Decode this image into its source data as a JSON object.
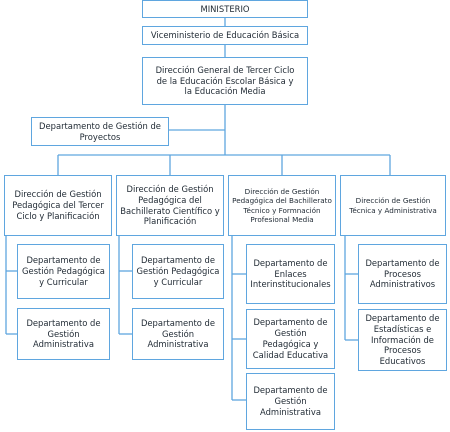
{
  "org_chart": {
    "ministerio": "MINISTERIO",
    "viceministerio": "Viceministerio de Educación Básica",
    "direccion_general": "Dirección General de Tercer Ciclo de la Educación Escolar Básica y la Educación Media",
    "depto_proyectos": "Departamento de Gestión de Proyectos",
    "direcciones": [
      {
        "title": "Dirección de Gestión Pedagógica del Tercer Ciclo y Planificación",
        "departments": [
          "Departamento de Gestión Pedagógica y Curricular",
          "Departamento de Gestión Administrativa"
        ]
      },
      {
        "title": "Dirección de Gestión Pedagógica del Bachillerato Científico y Planificación",
        "departments": [
          "Departamento de Gestión Pedagógica y Curricular",
          "Departamento de Gestión Administrativa"
        ]
      },
      {
        "title": "Dirección de Gestión Pedagógica del Bachillerato Técnico y Formnación Profesional Media",
        "departments": [
          "Departamento de Enlaces Interinstitucionales",
          "Departamento de Gestión Pedagógica y Calidad Educativa",
          "Departamento de Gestión Administrativa"
        ]
      },
      {
        "title": "Dirección de Gestión Técnica y Administrativa",
        "departments": [
          "Departamento de Procesos Administrativos",
          "Departamento de Estadísticas e Información de Procesos Educativos"
        ]
      }
    ]
  },
  "colors": {
    "border": "#5fa6df",
    "connector": "#5fa6df",
    "text": "#1f2933"
  }
}
